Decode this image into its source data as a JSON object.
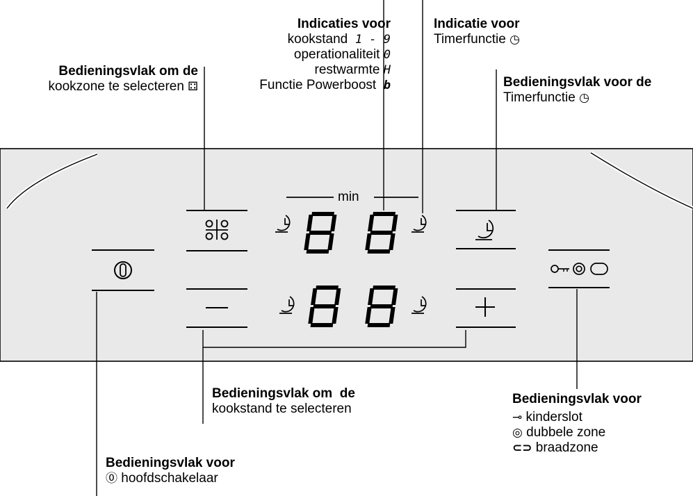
{
  "labels": {
    "zone_select": {
      "heading": "Bedieningsvlak om de",
      "line1": "kookzone te selecteren",
      "symbol": "⚃"
    },
    "indications": {
      "heading": "Indicaties voor",
      "rows": [
        {
          "text": "kookstand",
          "code": "1 - 9"
        },
        {
          "text": "operationaliteit",
          "code": "0"
        },
        {
          "text": "restwarmte",
          "code": "H"
        },
        {
          "text": "Functie Powerboost",
          "code": "b"
        }
      ]
    },
    "timer_indication": {
      "heading": "Indicatie voor",
      "line1": "Timerfunctie",
      "symbol": "◷"
    },
    "timer_control": {
      "heading": "Bedieningsvlak voor de",
      "line1": "Timerfunctie",
      "symbol": "◷"
    },
    "power_level": {
      "heading": "Bedieningsvlak om  de",
      "line1": "kookstand te selecteren"
    },
    "lock_zone": {
      "heading": "Bedieningsvlak voor",
      "items": [
        {
          "symbol": "⊸",
          "text": "kinderslot"
        },
        {
          "symbol": "◎",
          "text": "dubbele zone"
        },
        {
          "symbol": "⊂⊃",
          "text": "braadzone"
        }
      ]
    },
    "main_switch": {
      "heading": "Bedieningsvlak voor",
      "symbol": "⓪",
      "text": "hoofdschakelaar"
    }
  },
  "panel": {
    "min_label": "min",
    "digits": [
      "8",
      "8",
      "8",
      "8"
    ],
    "minus_symbol": "−",
    "plus_symbol": "+",
    "background": "#e9e9e9"
  }
}
